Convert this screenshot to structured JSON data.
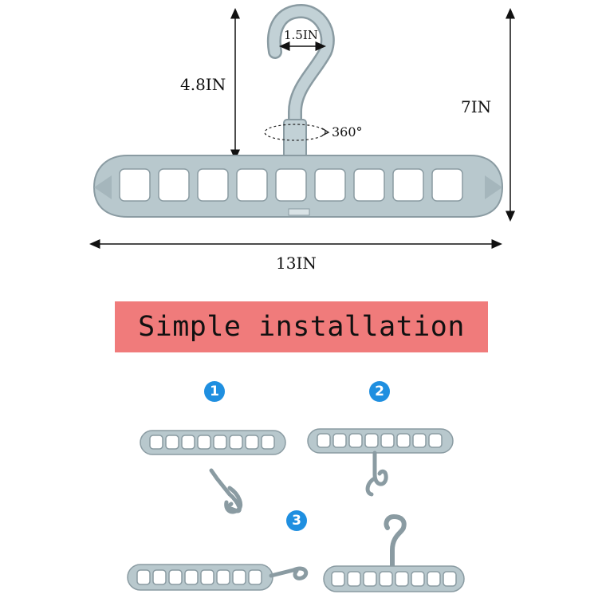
{
  "dimensions": {
    "hook_width": "1.5IN",
    "hook_height": "4.8IN",
    "total_height": "7IN",
    "rotation": "360°",
    "width": "13IN"
  },
  "installation": {
    "title": "Simple installation",
    "steps": [
      "1",
      "2",
      "3"
    ]
  },
  "colors": {
    "hanger_fill": "#b8c8cd",
    "hanger_stroke": "#8a9ba2",
    "banner": "#f07b7b",
    "step_badge": "#1f8fe0"
  }
}
